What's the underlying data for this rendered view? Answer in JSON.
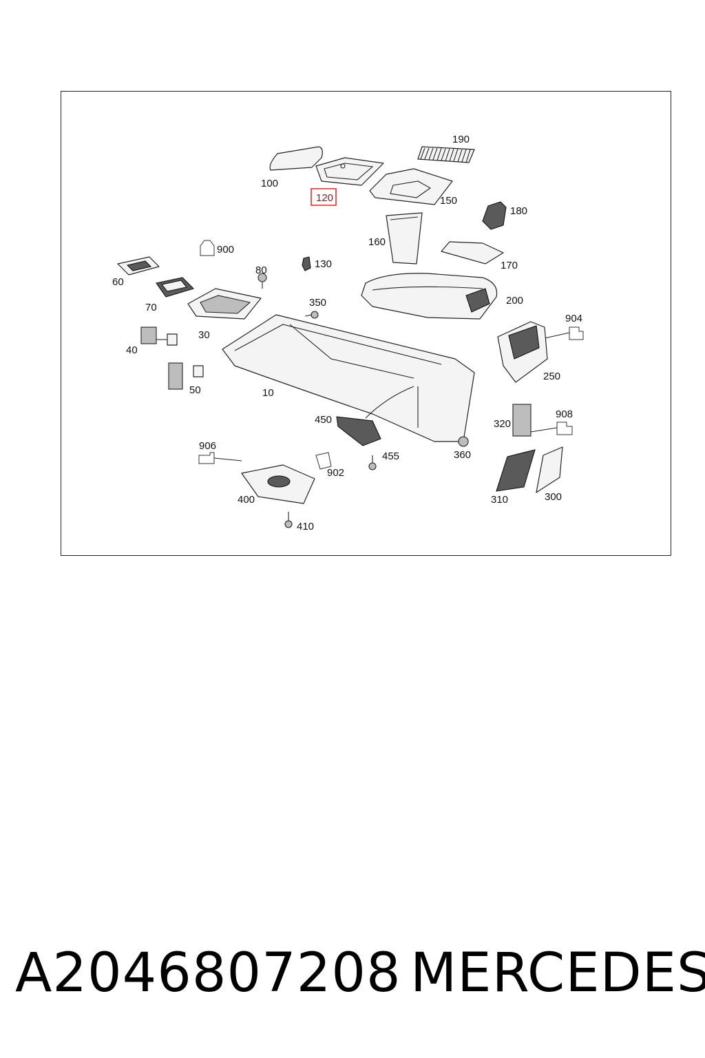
{
  "diagram": {
    "highlight_color": "#e02020",
    "labels": {
      "p10": "10",
      "p30": "30",
      "p40": "40",
      "p50": "50",
      "p60": "60",
      "p70": "70",
      "p80": "80",
      "p100": "100",
      "p120": "120",
      "p130": "130",
      "p150": "150",
      "p160": "160",
      "p170": "170",
      "p180": "180",
      "p190": "190",
      "p200": "200",
      "p250": "250",
      "p300": "300",
      "p310": "310",
      "p320": "320",
      "p350": "350",
      "p360": "360",
      "p400": "400",
      "p410": "410",
      "p450": "450",
      "p455": "455",
      "p900": "900",
      "p902": "902",
      "p904": "904",
      "p906": "906",
      "p908": "908"
    },
    "highlighted_part": "120"
  },
  "footer": {
    "part_number": "A2046807208",
    "brand": "MERCEDES"
  }
}
